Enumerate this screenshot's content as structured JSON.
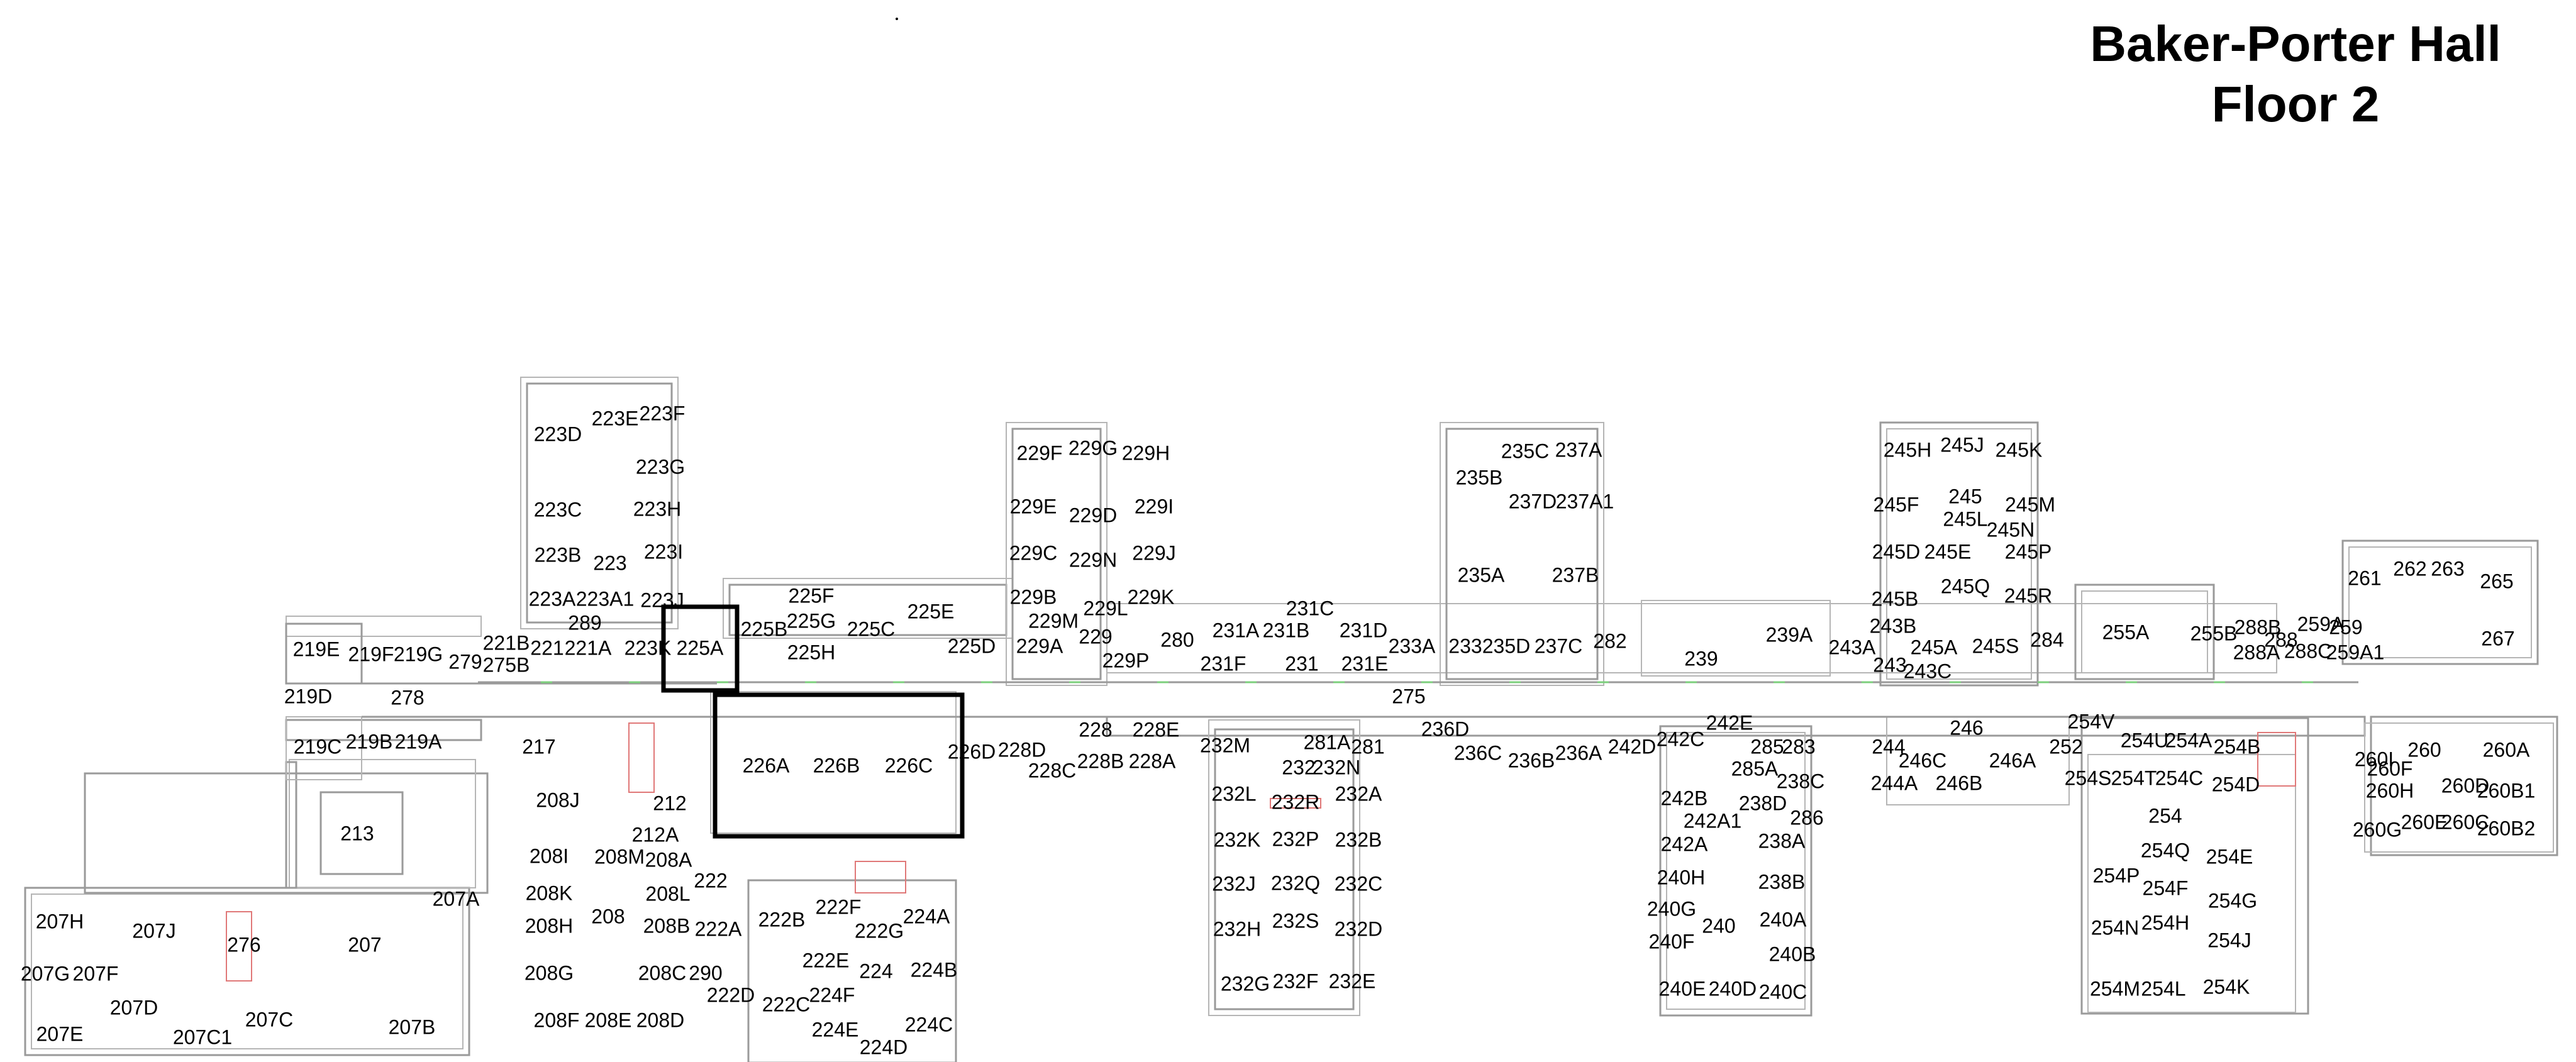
{
  "title": {
    "line1": "Baker-Porter Hall",
    "line2": "Floor 2"
  },
  "rooms": [
    "207",
    "207A",
    "207B",
    "207C",
    "207C1",
    "207D",
    "207E",
    "207F",
    "207G",
    "207H",
    "207J",
    "208",
    "208B",
    "208C",
    "208D",
    "208E",
    "208F",
    "208G",
    "208H",
    "208I",
    "208J",
    "208K",
    "208L",
    "208M",
    "208A",
    "212",
    "212A",
    "213",
    "217",
    "276",
    "290",
    "278",
    "279",
    "289",
    "219A",
    "219B",
    "219C",
    "219D",
    "219E",
    "219F",
    "219G",
    "221",
    "221A",
    "221B",
    "275B",
    "223",
    "223A",
    "223A1",
    "223B",
    "223C",
    "223D",
    "223E",
    "223F",
    "223G",
    "223H",
    "223I",
    "223J",
    "223K",
    "225A",
    "225B",
    "225C",
    "225D",
    "225E",
    "225F",
    "225G",
    "225H",
    "226A",
    "226B",
    "226C",
    "226D",
    "222",
    "222A",
    "222B",
    "222C",
    "222D",
    "222E",
    "222F",
    "222G",
    "224",
    "224A",
    "224B",
    "224C",
    "224D",
    "224E",
    "224F",
    "228",
    "228A",
    "228B",
    "228C",
    "228D",
    "228E",
    "229",
    "229A",
    "229B",
    "229C",
    "229D",
    "229E",
    "229F",
    "229G",
    "229H",
    "229I",
    "229J",
    "229K",
    "229L",
    "229M",
    "229N",
    "229P",
    "280",
    "231",
    "231A",
    "231B",
    "231C",
    "231D",
    "231E",
    "231F",
    "232A",
    "232B",
    "232C",
    "232D",
    "232E",
    "232F",
    "232G",
    "232H",
    "232J",
    "232K",
    "232L",
    "232M",
    "232N",
    "232P",
    "232Q",
    "232R",
    "232S",
    "232",
    "281",
    "281A",
    "275",
    "233",
    "233A",
    "235A",
    "235B",
    "235C",
    "235D",
    "236A",
    "236B",
    "236C",
    "236D",
    "237A",
    "237A1",
    "237B",
    "237C",
    "237D",
    "282",
    "239",
    "239A",
    "240",
    "240A",
    "240B",
    "240C",
    "240D",
    "240E",
    "240F",
    "240G",
    "240H",
    "242A",
    "242A1",
    "242B",
    "242C",
    "242D",
    "242E",
    "238A",
    "238B",
    "238C",
    "238D",
    "285",
    "285A",
    "283",
    "286",
    "243",
    "243A",
    "243B",
    "243C",
    "244",
    "244A",
    "245",
    "245A",
    "245B",
    "245D",
    "245E",
    "245F",
    "245H",
    "245J",
    "245K",
    "245L",
    "245M",
    "245N",
    "245P",
    "245Q",
    "245R",
    "245S",
    "246",
    "246A",
    "246B",
    "246C",
    "284",
    "255A",
    "255B",
    "252",
    "254",
    "254A",
    "254B",
    "254C",
    "254D",
    "254E",
    "254F",
    "254G",
    "254H",
    "254J",
    "254K",
    "254L",
    "254M",
    "254N",
    "254P",
    "254Q",
    "254S",
    "254T",
    "254U",
    "254V",
    "288",
    "288A",
    "288B",
    "288C",
    "259",
    "259A",
    "259A1",
    "261",
    "262",
    "263",
    "265",
    "267",
    "260",
    "260A",
    "260B1",
    "260B2",
    "260C",
    "260D",
    "260E",
    "260F",
    "260G",
    "260H",
    "260I"
  ],
  "highlight_rooms": [
    "225A",
    "226A",
    "226B",
    "226C"
  ],
  "colors": {
    "wall": "#9a9a9a",
    "door": "#7ccf7c",
    "stair": "#e07878",
    "highlight": "#000000",
    "text": "#000000"
  }
}
